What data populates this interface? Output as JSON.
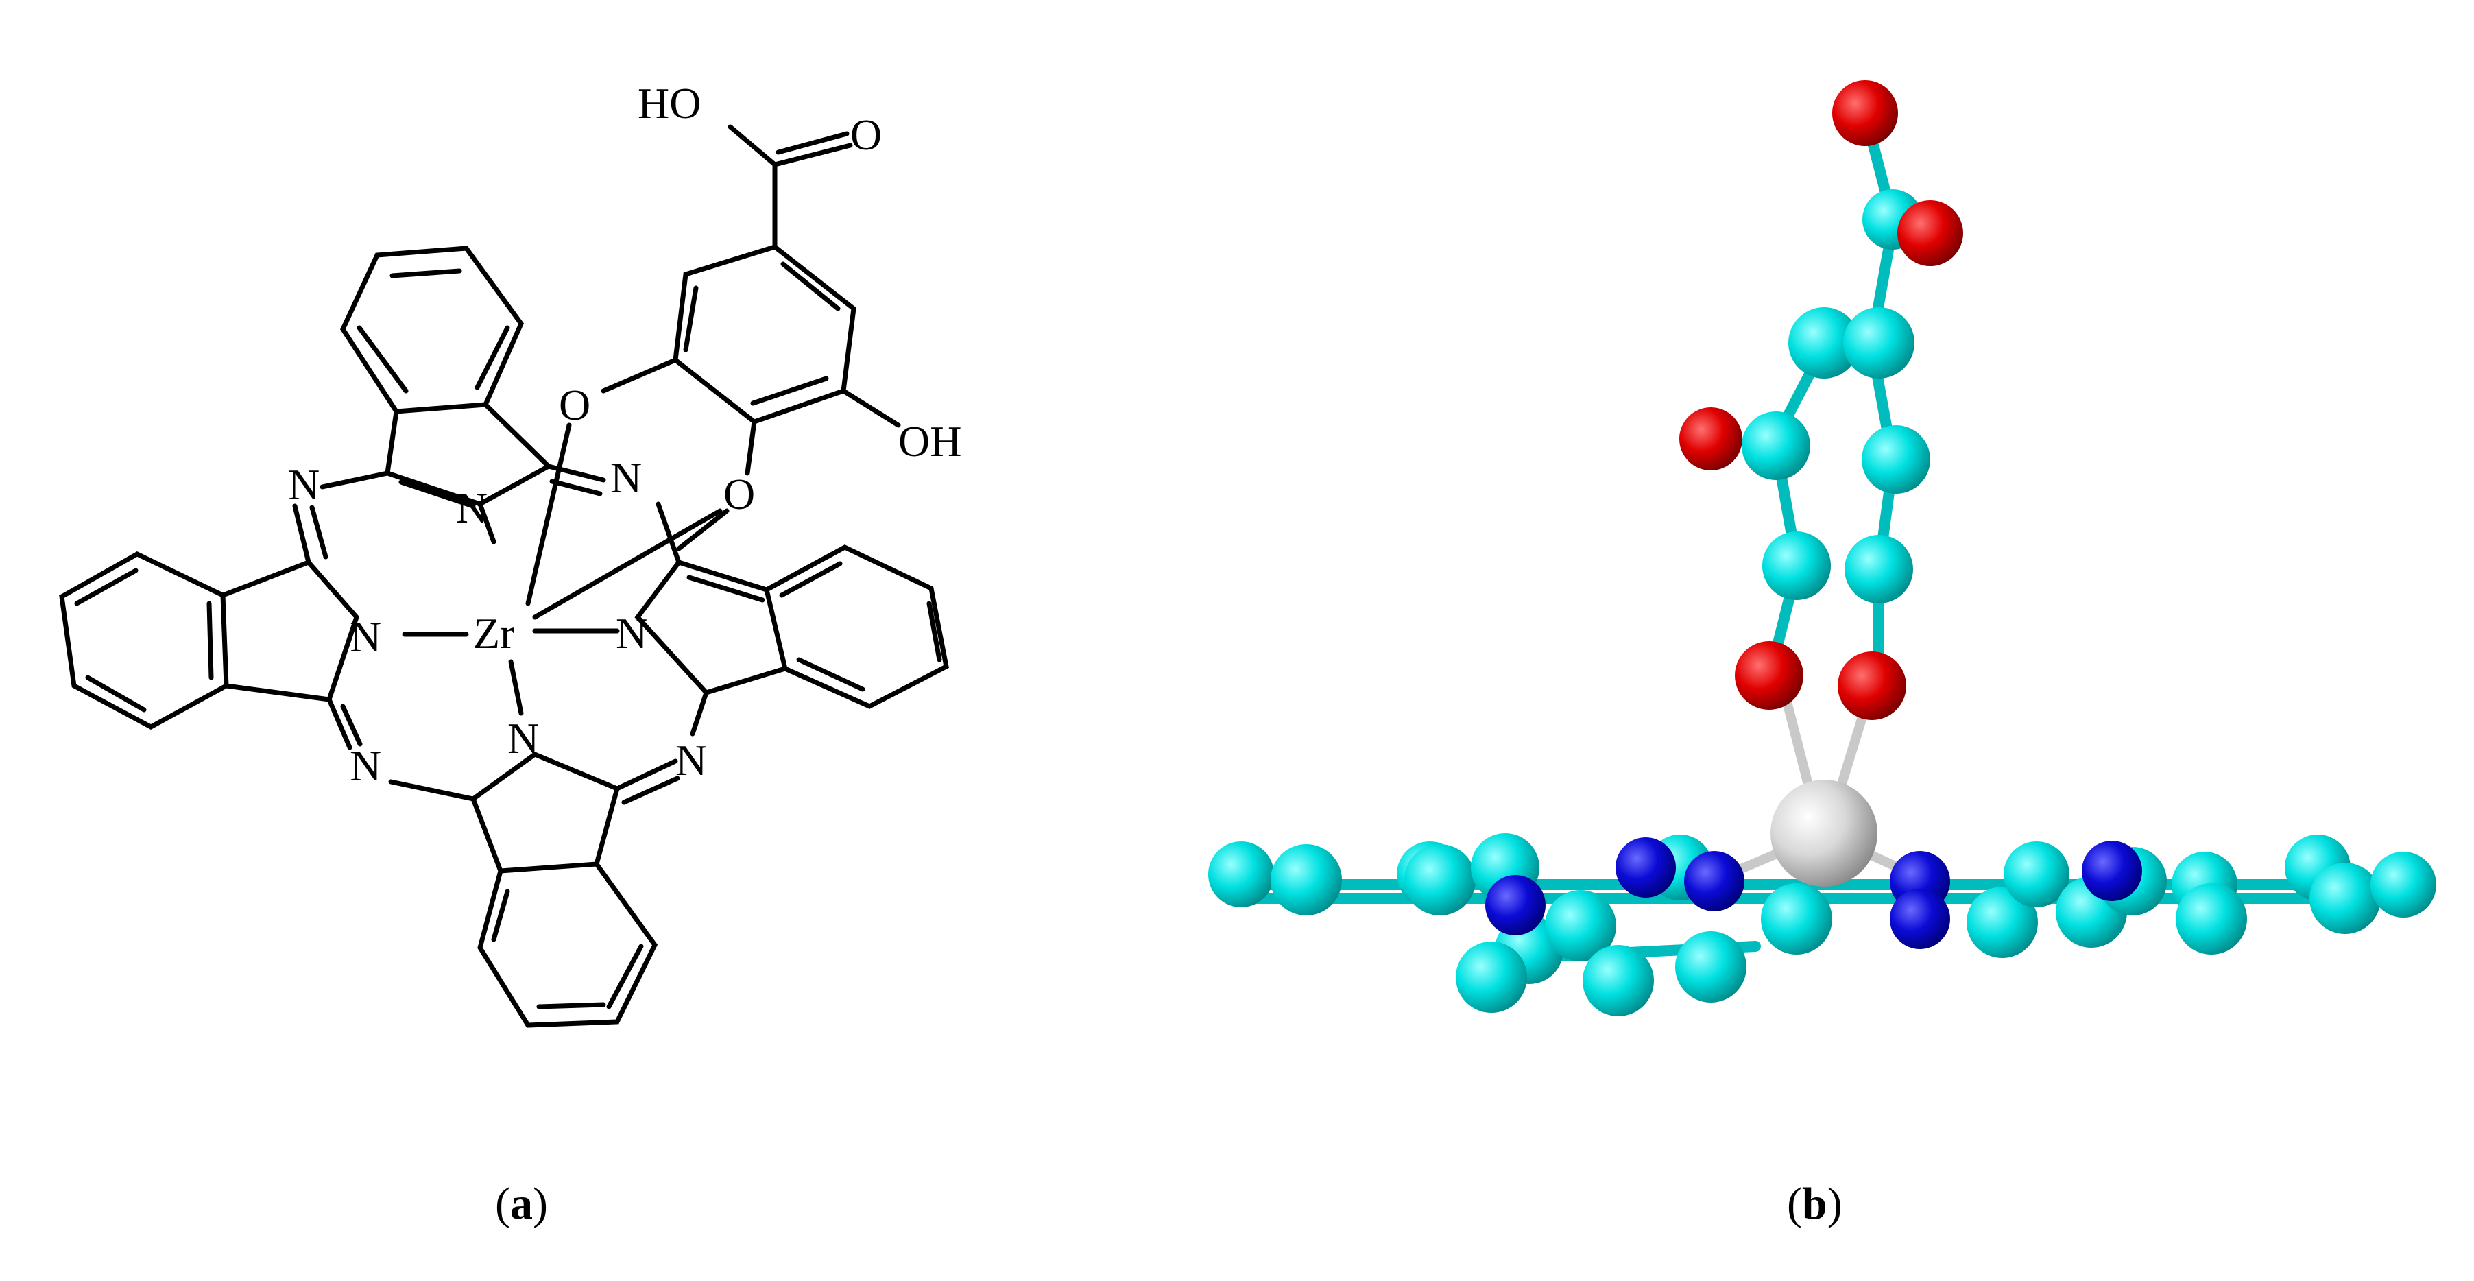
{
  "panels": [
    {
      "id": "a",
      "label_open": "(",
      "label_letter": "a",
      "label_close": ")"
    },
    {
      "id": "b",
      "label_open": "(",
      "label_letter": "b",
      "label_close": ")"
    }
  ],
  "structure": {
    "metal": "Zr",
    "atoms": {
      "N": "N",
      "O": "O",
      "OH": "OH",
      "HO": "HO"
    }
  },
  "colors": {
    "carbon": "#00e0e0",
    "carbon_bond": "#00bcbc",
    "nitrogen": "#0b0bd6",
    "oxygen": "#e00000",
    "zirconium": "#d8d8d8",
    "zr_bond": "#c9c9c9",
    "line": "#000000"
  }
}
